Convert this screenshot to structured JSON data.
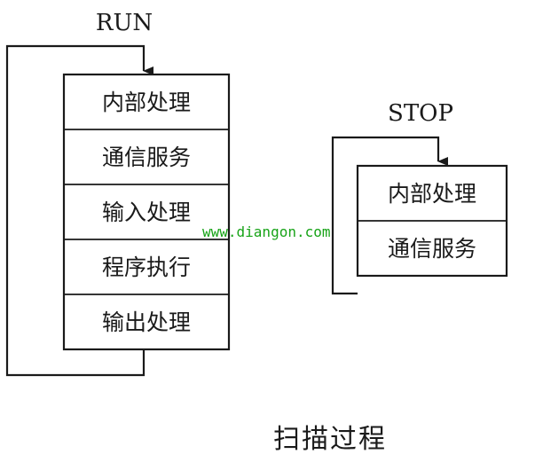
{
  "run": {
    "label": "RUN",
    "steps": [
      "内部处理",
      "通信服务",
      "输入处理",
      "程序执行",
      "输出处理"
    ]
  },
  "stop": {
    "label": "STOP",
    "steps": [
      "内部处理",
      "通信服务"
    ]
  },
  "watermark": "www.diangon.com",
  "caption": "扫描过程",
  "colors": {
    "line": "#1a1a1a",
    "background": "#ffffff",
    "watermark": "#17a317"
  }
}
